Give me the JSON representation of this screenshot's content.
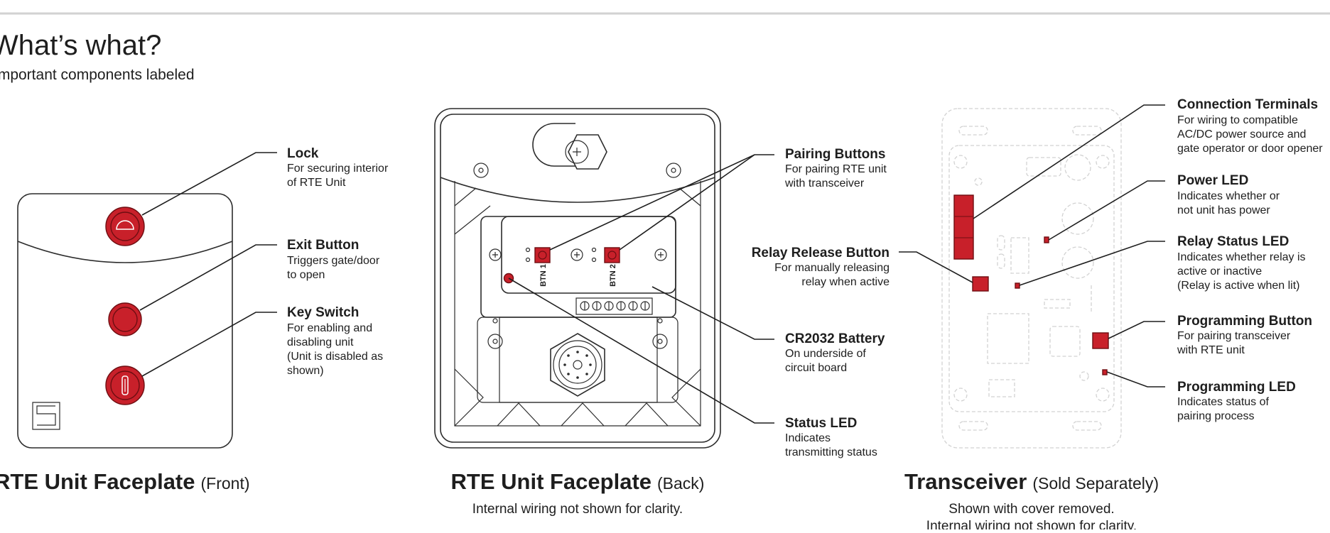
{
  "header": {
    "title": "What’s what?",
    "subtitle": "Important components labeled"
  },
  "colors": {
    "accent_red": "#c8202a",
    "rule_gray": "#d2d2d2",
    "text": "#1e1e1e"
  },
  "front": {
    "caption": "RTE Unit Faceplate",
    "caption_suffix": "(Front)",
    "callouts": [
      {
        "title": "Lock",
        "lines": [
          "For securing interior",
          "of RTE Unit"
        ]
      },
      {
        "title": "Exit Button",
        "lines": [
          "Triggers gate/door",
          "to open"
        ]
      },
      {
        "title": "Key Switch",
        "lines": [
          "For enabling and",
          "disabling unit",
          "(Unit is disabled as",
          "shown)"
        ]
      }
    ]
  },
  "back": {
    "caption": "RTE Unit Faceplate",
    "caption_suffix": "(Back)",
    "note": "Internal wiring not shown for clarity.",
    "board_labels": [
      "BTN 1",
      "BTN 2"
    ],
    "callouts": [
      {
        "title": "Pairing Buttons",
        "lines": [
          "For pairing RTE unit",
          "with transceiver"
        ]
      },
      {
        "title": "CR2032 Battery",
        "lines": [
          "On underside of",
          "circuit board"
        ]
      },
      {
        "title": "Status LED",
        "lines": [
          "Indicates",
          "transmitting status"
        ]
      }
    ]
  },
  "transceiver": {
    "caption": "Transceiver",
    "caption_suffix": "(Sold Separately)",
    "notes": [
      "Shown with cover removed.",
      "Internal wiring not shown for clarity."
    ],
    "callout_left": {
      "title": "Relay Release Button",
      "lines": [
        "For manually releasing",
        "relay when active"
      ]
    },
    "callouts": [
      {
        "title": "Connection Terminals",
        "lines": [
          "For wiring to compatible",
          "AC/DC power source and",
          "gate operator or door opener"
        ]
      },
      {
        "title": "Power LED",
        "lines": [
          "Indicates whether or",
          "not unit has power"
        ]
      },
      {
        "title": "Relay Status LED",
        "lines": [
          "Indicates whether relay is",
          "active or inactive",
          "(Relay is active when lit)"
        ]
      },
      {
        "title": "Programming Button",
        "lines": [
          "For pairing transceiver",
          "with RTE unit"
        ]
      },
      {
        "title": "Programming LED",
        "lines": [
          "Indicates status of",
          "pairing process"
        ]
      }
    ]
  }
}
